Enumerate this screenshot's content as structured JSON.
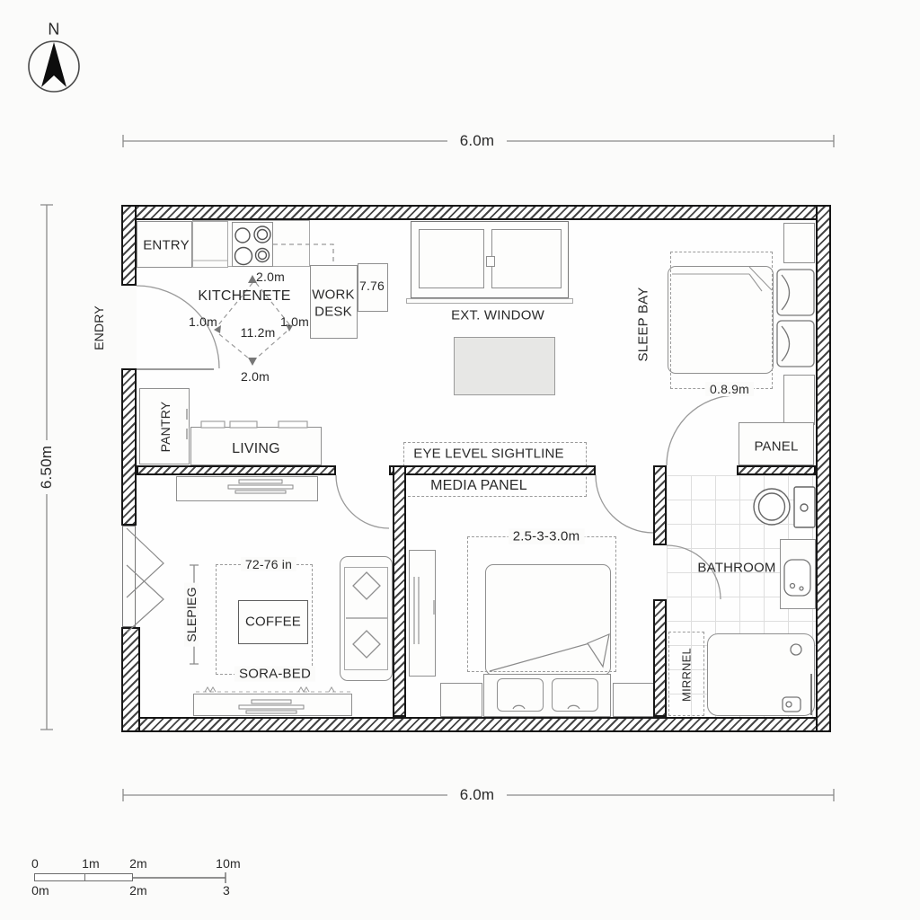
{
  "north": {
    "label": "N"
  },
  "dims": {
    "top": "6.0m",
    "bottom": "6.0m",
    "left": "6.50m"
  },
  "entry": {
    "label": "ENTRY",
    "side_label": "ENDRY"
  },
  "kitchen": {
    "name": "KITCHENETE",
    "dim_top": "2.0m",
    "dim_left": "1.0m",
    "dim_right": "1.0m",
    "dim_area": "11.2m",
    "dim_bottom": "2.0m"
  },
  "work_desk": {
    "line1": "WORK",
    "line2": "DESK",
    "value": "7.76"
  },
  "window": {
    "label": "EXT. WINDOW"
  },
  "sleep_bay": {
    "label": "SLEEP BAY",
    "bed_dim": "0.8.9m",
    "panel": "PANEL"
  },
  "living": {
    "label": "LIVING",
    "pantry": "PANTRY"
  },
  "media": {
    "sightline": "EYE LEVEL SIGHTLINE",
    "panel": "MEDIA PANEL"
  },
  "lounge": {
    "side_label": "SLEPIEG",
    "clearance": "72-76 in",
    "coffee": "COFFEE",
    "sofa_bed": "SORA-BED"
  },
  "bedroom": {
    "bed_dim": "2.5-3-3.0m"
  },
  "bathroom": {
    "label": "BATHROOM",
    "mirror": "MIRRNEL"
  },
  "scale_bar": {
    "top": [
      "0",
      "1m",
      "2m",
      "10m"
    ],
    "bottom": [
      "0m",
      "2m",
      "3"
    ]
  },
  "colors": {
    "wall": "#161616",
    "line": "#8f8f8f",
    "dash": "#9b9b9b",
    "text": "#2a2a2a"
  }
}
